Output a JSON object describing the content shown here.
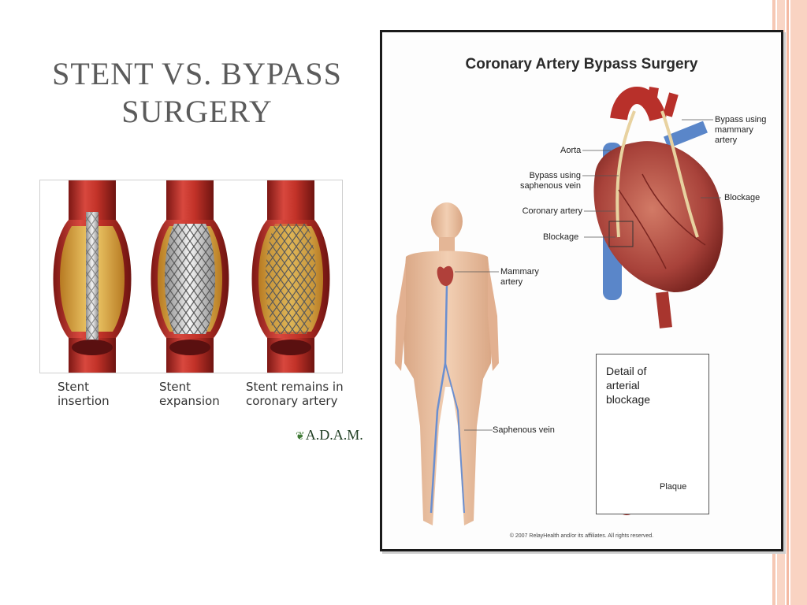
{
  "slide": {
    "title_line1": "STENT VS. BYPASS",
    "title_line2": "SURGERY"
  },
  "stent_figure": {
    "captions": [
      {
        "line1": "Stent",
        "line2": "insertion"
      },
      {
        "line1": "Stent",
        "line2": "expansion"
      },
      {
        "line1": "Stent remains in",
        "line2": "coronary artery"
      }
    ],
    "logo": "A.D.A.M."
  },
  "bypass_figure": {
    "title": "Coronary Artery Bypass Surgery",
    "labels": {
      "bypass_mammary": [
        "Bypass using",
        "mammary",
        "artery"
      ],
      "aorta": "Aorta",
      "bypass_saphenous": [
        "Bypass using",
        "saphenous vein"
      ],
      "blockage_right": "Blockage",
      "coronary_artery": "Coronary artery",
      "blockage_left": "Blockage",
      "mammary_artery": [
        "Mammary",
        "artery"
      ],
      "saphenous_vein": "Saphenous vein",
      "plaque": "Plaque"
    },
    "detail": [
      "Detail of",
      "arterial",
      "blockage"
    ],
    "copyright": "© 2007 RelayHealth and/or its affiliates. All rights reserved."
  },
  "colors": {
    "artery_red": "#b8302a",
    "plaque_yellow": "#e2b24a",
    "vein_blue": "#5a86c9",
    "skin": "#ecc2a2",
    "stripe_accent": "#f9d3c2"
  }
}
